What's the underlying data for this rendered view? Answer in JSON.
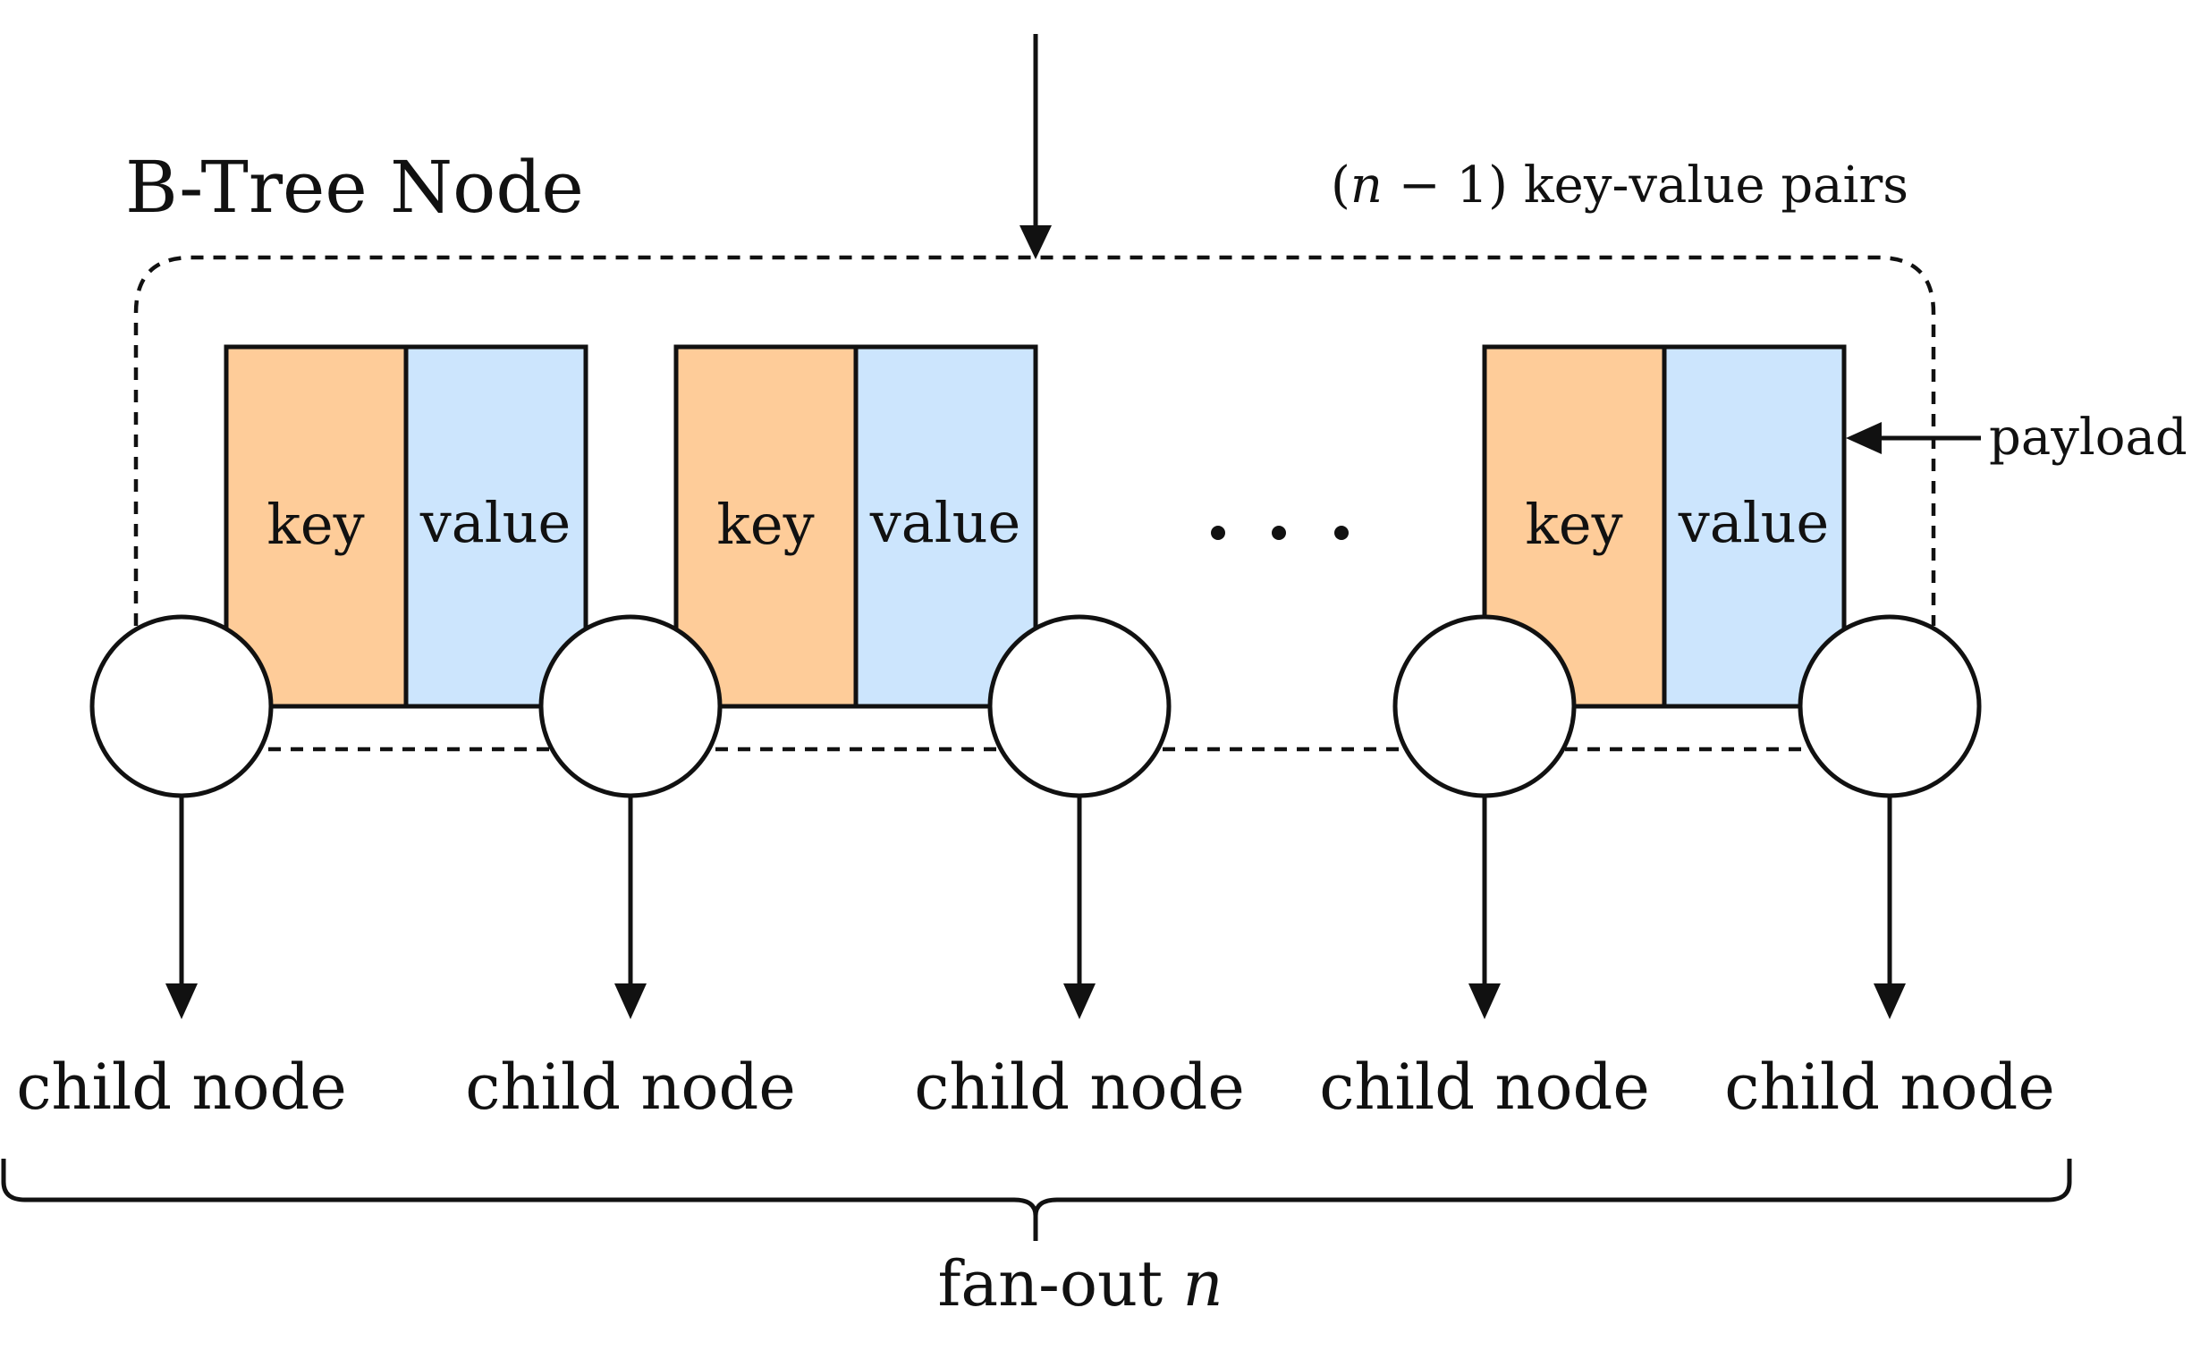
{
  "node_title": "B-Tree Node",
  "pairs_annotation": "(n − 1) key-value pairs",
  "pairs_annotation_parts": {
    "open": "(",
    "n": "n",
    "rest": " − 1) key-value pairs"
  },
  "payload_label": "payload",
  "key_label": "key",
  "value_label": "value",
  "ellipsis": "• • •",
  "child_label": "child node",
  "fanout_label": "fan-out n",
  "fanout_parts": {
    "prefix": "fan-out ",
    "n": "n"
  },
  "colors": {
    "key_fill": "#FECC99",
    "value_fill": "#CCE5FD",
    "stroke": "#111111"
  },
  "pairs": [
    {
      "key": "key",
      "value": "value"
    },
    {
      "key": "key",
      "value": "value"
    },
    {
      "key": "key",
      "value": "value"
    }
  ],
  "children": [
    "child node",
    "child node",
    "child node",
    "child node",
    "child node"
  ]
}
